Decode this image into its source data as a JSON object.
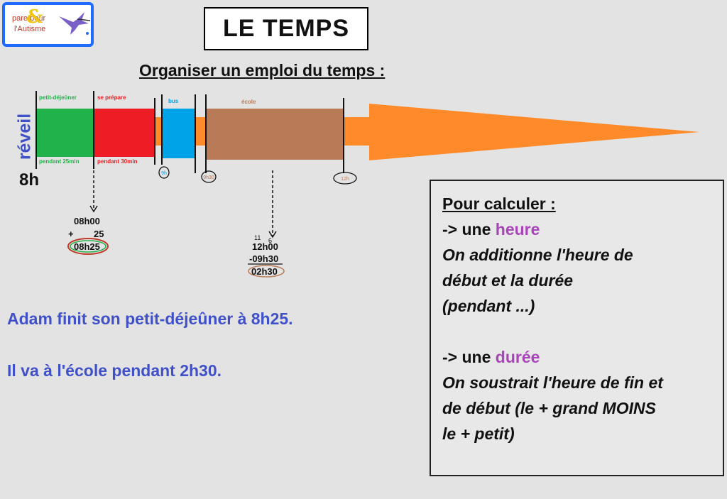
{
  "logo": {
    "line1": "pare",
    "line2": "l'Autisme",
    "amp": "&",
    "pour": "pour"
  },
  "title": "LE TEMPS",
  "subtitle": "Organiser un emploi du temps :",
  "timeline": {
    "start_label": "réveil",
    "start_hour": "8h",
    "segments": [
      {
        "name": "petit-déjeûner",
        "duration": "pendant 25min",
        "color": "#22b24c"
      },
      {
        "name": "se prépare",
        "duration": "pendant 30min",
        "color": "#ee1c24"
      },
      {
        "name": "bus",
        "duration": "",
        "color": "#00a2e8"
      },
      {
        "name": "école",
        "duration": "",
        "color": "#b97a57"
      }
    ],
    "arrow_color": "#ff8a2a",
    "markers": [
      "9h",
      "9h30",
      "12h"
    ]
  },
  "calc1": {
    "a": "08h00",
    "op": "+",
    "b": "25",
    "result": "08h25"
  },
  "calc2": {
    "note1": "11",
    "note2": "6",
    "a": "12h00",
    "b": "-09h30",
    "result": "02h30"
  },
  "sentences": [
    "Adam finit son petit-déjeûner à 8h25.",
    "Il va à l'école pendant 2h30."
  ],
  "info": {
    "heading": "Pour calculer :",
    "item1_prefix": "-> une ",
    "item1_word": "heure",
    "item1_lines": [
      "On additionne l'heure de",
      "début et la durée",
      "(pendant ...)"
    ],
    "item2_prefix": "-> une ",
    "item2_word": "durée",
    "item2_lines": [
      "On soustrait l'heure de fin et",
      "de début (le + grand MOINS",
      "le + petit)"
    ],
    "highlight_color": "#a845b8"
  }
}
